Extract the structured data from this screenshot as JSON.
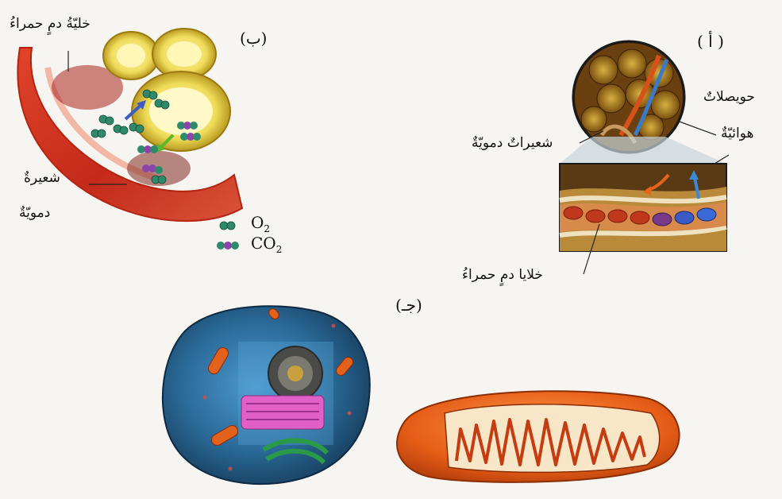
{
  "panels": {
    "a": {
      "tag": "( أ )",
      "labels": {
        "alveoli_line1": "حويصلاتٌ",
        "alveoli_line2": "هوائيّةٌ",
        "capillaries": "شعيراتٌ دمويّةٌ",
        "red_cells": "خلايا دمٍ حمراءُ"
      }
    },
    "b": {
      "tag": "(ب)",
      "labels": {
        "red_cell": "خليّةُ دمٍ حمراءُ",
        "capillary_line1": "شعيرةٌ",
        "capillary_line2": "دمويّةٌ"
      },
      "legend": [
        {
          "formula": "O",
          "sub": "2",
          "color": "#2f8a6c"
        },
        {
          "formula": "CO",
          "sub": "2",
          "color": "#8a45a8"
        }
      ]
    },
    "c": {
      "tag": "(جـ)"
    }
  },
  "colors": {
    "o2": "#2f8a6c",
    "co2": "#8a45a8",
    "blood": "#c8321e",
    "alveolus": "#e9d64a",
    "cell_body": "#2d6e9a",
    "mitochondrion": "#e2621c"
  }
}
